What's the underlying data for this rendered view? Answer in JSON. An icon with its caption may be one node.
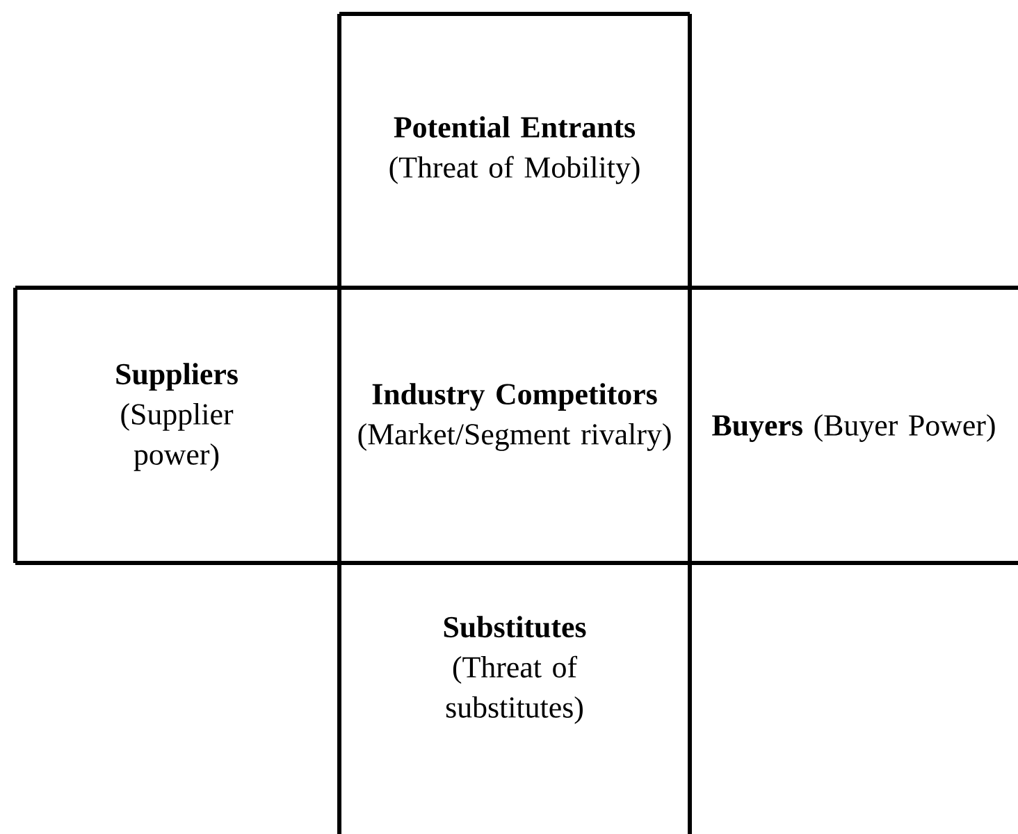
{
  "diagram": {
    "nodes": [
      {
        "text": [
          "**Potential Entrants** (Threat of Mobility)"
        ]
      },
      {
        "text": [
          "**Suppliers** (Supplier power)"
        ]
      },
      {
        "text": [
          "**Industry Competitors** (Market/Segment rivalry)"
        ]
      },
      {
        "text": [
          "**Buyers** (Buyer Power)"
        ]
      },
      {
        "text": [
          "**Substitutes** (Threat of substitutes)"
        ]
      }
    ]
  }
}
